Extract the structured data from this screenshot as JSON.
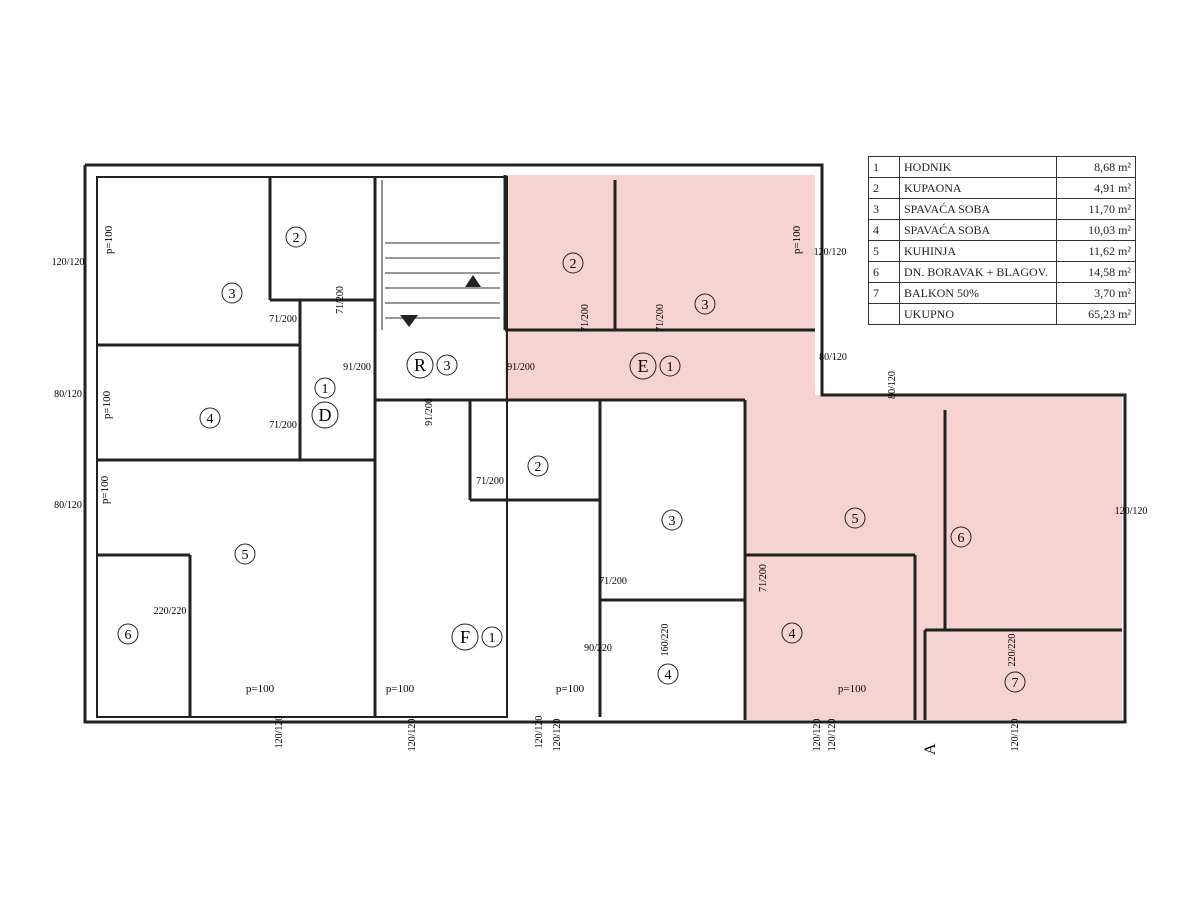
{
  "legend": {
    "rows": [
      {
        "num": "1",
        "name": "HODNIK",
        "area": "8,68 m²"
      },
      {
        "num": "2",
        "name": "KUPAONA",
        "area": "4,91 m²"
      },
      {
        "num": "3",
        "name": "SPAVAĆA SOBA",
        "area": "11,70 m²"
      },
      {
        "num": "4",
        "name": "SPAVAĆA SOBA",
        "area": "10,03 m²"
      },
      {
        "num": "5",
        "name": "KUHINJA",
        "area": "11,62 m²"
      },
      {
        "num": "6",
        "name": "DN. BORAVAK + BLAGOV.",
        "area": "14,58 m²"
      },
      {
        "num": "7",
        "name": "BALKON 50%",
        "area": "3,70 m²"
      }
    ],
    "total": {
      "name": "UKUPNO",
      "area": "65,23 m²"
    }
  },
  "plan": {
    "highlight_color": "#f6d3d3",
    "room_labels": [
      "3",
      "2",
      "4",
      "5",
      "6",
      "1",
      "D",
      "R",
      "3",
      "E",
      "1",
      "2",
      "3",
      "5",
      "6",
      "4",
      "7",
      "F",
      "1",
      "2",
      "3",
      "4"
    ],
    "dimension_labels": [
      "120/120",
      "80/120",
      "80/120",
      "220/220",
      "71/200",
      "71/200",
      "71/200",
      "91/200",
      "91/200",
      "91/200",
      "71/200",
      "71/200",
      "120/120",
      "80/120",
      "80/120",
      "71/200",
      "71/200",
      "90/220",
      "160/220",
      "71/200",
      "120/120",
      "220/220",
      "120/120",
      "120/120",
      "120/120",
      "120/120",
      "120/120",
      "120/120",
      "120/120"
    ],
    "window_labels": [
      "p=100",
      "p=100",
      "p=100",
      "p=100",
      "p=100",
      "p=100",
      "p=100",
      "p=100"
    ],
    "section_marker": "A"
  }
}
